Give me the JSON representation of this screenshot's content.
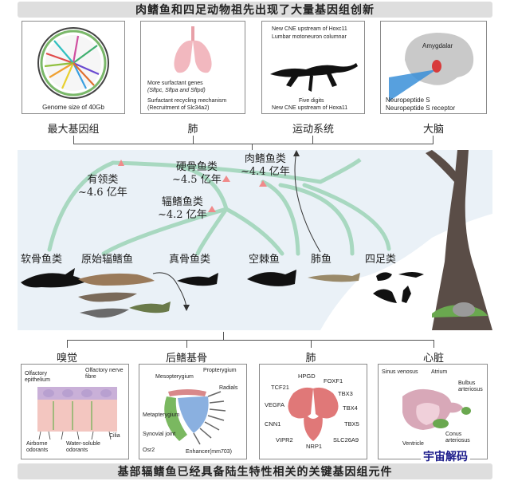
{
  "top_banner": "肉鳍鱼和四足动物祖先出现了大量基因组创新",
  "bottom_banner": "基部辐鳍鱼已经具备陆生特性相关的关键基因组元件",
  "top_panels": [
    {
      "caption": "Genome size of 40Gb",
      "category": "最大基因组"
    },
    {
      "lines": [
        "More surfactant genes",
        "(Sftpc, Sftpa and Sftpd)",
        "Surfactant recycling mechanism",
        "(Recruitment of Slc34a2)"
      ],
      "category": "肺"
    },
    {
      "lines_top": [
        "New CNE upstream of Hoxc11",
        "Lumbar motoneuron columnar"
      ],
      "lines_bottom": [
        "Five digits",
        "New CNE upstream of Hoxa11"
      ],
      "category": "运动系统"
    },
    {
      "label_top": "Amygdalar",
      "lines_bottom": [
        "Neuropeptide S",
        "Neuropeptide S receptor"
      ],
      "category": "大脑"
    }
  ],
  "tree": {
    "nodes": [
      {
        "name": "有领类",
        "age": "~4.6 亿年"
      },
      {
        "name": "硬骨鱼类",
        "age": "~4.5 亿年"
      },
      {
        "name": "肉鳍鱼类",
        "age": "~4.4 亿年"
      },
      {
        "name": "辐鳍鱼类",
        "age": "~4.2 亿年"
      }
    ],
    "taxa": [
      "软骨鱼类",
      "原始辐鳍鱼",
      "真骨鱼类",
      "空棘鱼",
      "肺鱼",
      "四足类"
    ]
  },
  "bottom_panels": [
    {
      "category": "嗅觉",
      "labels": [
        "Olfactory epithelium",
        "Olfactory nerve fibre",
        "Airborne odorants",
        "Water-soluble odorants",
        "Cilia"
      ]
    },
    {
      "category": "后鳍基骨",
      "labels": [
        "Mesopterygium",
        "Propterygium",
        "Radials",
        "Metapterygium",
        "Synovial joint",
        "Osr2",
        "Enhancer(mm703)"
      ]
    },
    {
      "category": "肺",
      "genes": [
        "HPGD",
        "TCF21",
        "FOXF1",
        "TBX3",
        "VEGFA",
        "TBX4",
        "CNN1",
        "TBX5",
        "VIPR2",
        "NRP1",
        "SLC26A9"
      ]
    },
    {
      "category": "心脏",
      "labels": [
        "Sinus venosus",
        "Atrium",
        "Bulbus arteriosus",
        "Conus arteriosus",
        "Ventricle"
      ]
    }
  ],
  "watermark": "宇宙解码",
  "colors": {
    "tree": "#a8d8c0",
    "node": "#f08a8a",
    "water": "#eaf1f7",
    "banner": "#dedede"
  }
}
